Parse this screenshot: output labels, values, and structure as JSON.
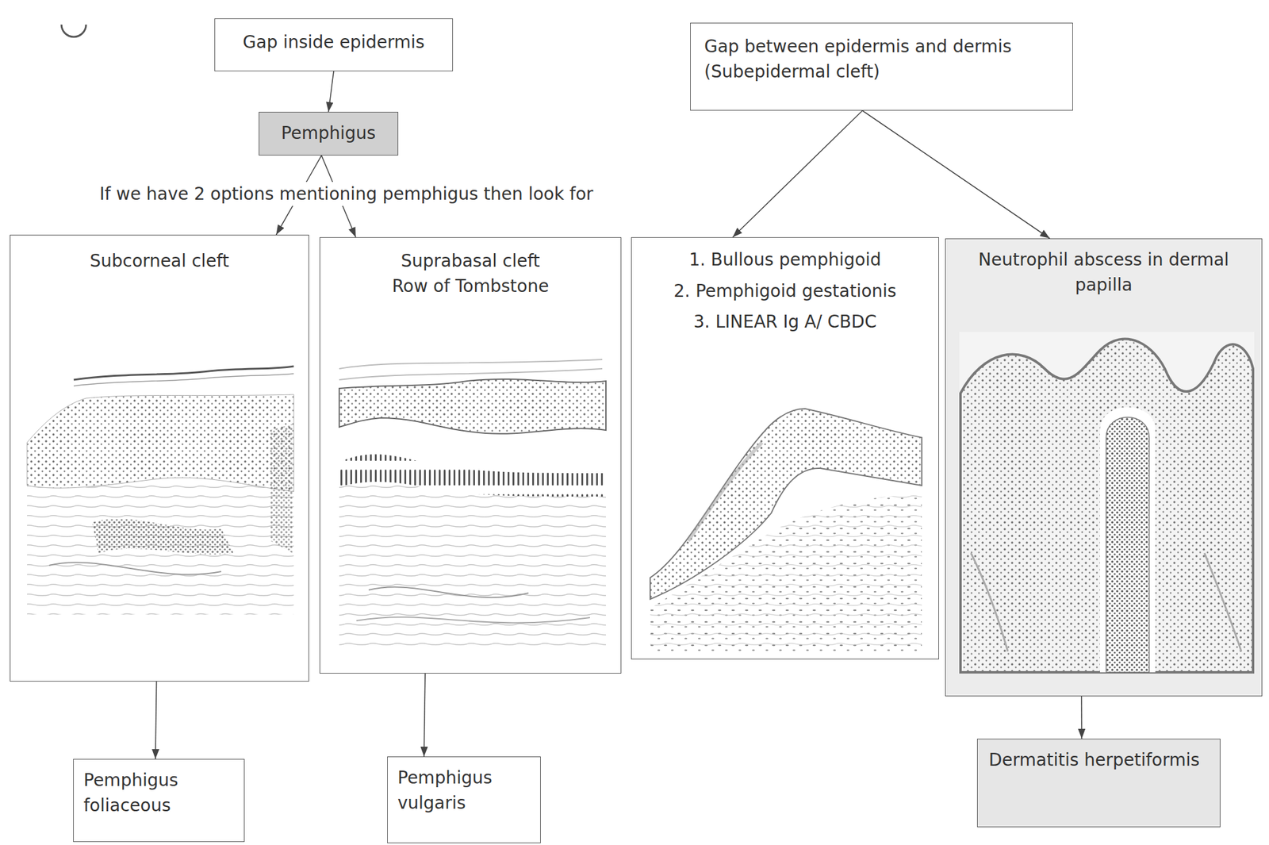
{
  "diagram": {
    "nodes": [
      {
        "text": [
          "Gap inside epidermis"
        ]
      },
      {
        "text": [
          "Pemphigus"
        ]
      },
      {
        "text": [
          "Gap between epidermis and dermis (Subepidermal cleft)"
        ]
      },
      {
        "text": [
          "Subcorneal cleft"
        ]
      },
      {
        "text": [
          "Suprabasal cleft",
          "Row of Tombstone"
        ]
      },
      {
        "text": [
          "1. Bullous pemphigoid",
          "2. Pemphigoid gestationis",
          "3. LINEAR Ig A/ CBDC"
        ]
      },
      {
        "text": [
          "Neutrophil abscess in dermal papilla"
        ]
      },
      {
        "text": [
          "Pemphigus foliaceous"
        ]
      },
      {
        "text": [
          "Pemphigus vulgaris"
        ]
      },
      {
        "text": [
          "Dermatitis herpetiformis"
        ]
      }
    ],
    "edges": [
      {
        "from": 0,
        "to": 1,
        "arrow": "to"
      },
      {
        "from": 1,
        "to": 3,
        "arrow": "to"
      },
      {
        "from": 1,
        "to": 4,
        "arrow": "to"
      },
      {
        "from": 2,
        "to": 5,
        "arrow": "to"
      },
      {
        "from": 2,
        "to": 6,
        "arrow": "to"
      },
      {
        "from": 3,
        "to": 7,
        "arrow": "to"
      },
      {
        "from": 4,
        "to": 8,
        "arrow": "to"
      },
      {
        "from": 6,
        "to": 9,
        "arrow": "to"
      }
    ],
    "labels": [
      "If we have 2 options mentioning pemphigus then look for"
    ]
  }
}
